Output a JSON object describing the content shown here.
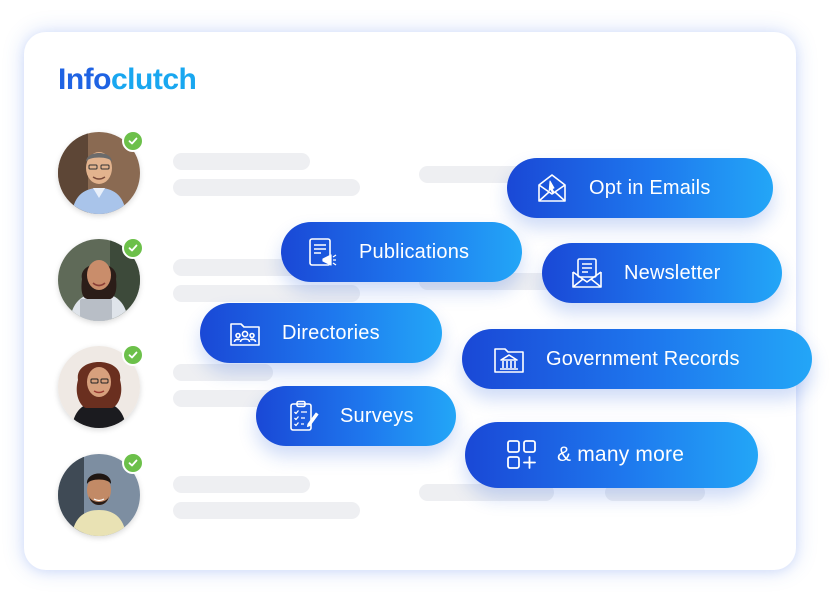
{
  "brand": {
    "logo_main": "Info",
    "logo_accent": "clutch"
  },
  "sources": [
    {
      "label": "Opt in Emails",
      "icon": "email-cursor-icon"
    },
    {
      "label": "Publications",
      "icon": "publication-icon"
    },
    {
      "label": "Newsletter",
      "icon": "newsletter-icon"
    },
    {
      "label": "Directories",
      "icon": "directory-folder-icon"
    },
    {
      "label": "Government Records",
      "icon": "government-building-icon"
    },
    {
      "label": "Surveys",
      "icon": "survey-clipboard-icon"
    },
    {
      "label": "& many more",
      "icon": "apps-grid-plus-icon"
    }
  ],
  "colors": {
    "brand_blue": "#1f63e3",
    "brand_light_blue": "#19a7f0",
    "pill_gradient_start": "#1a48d6",
    "pill_gradient_end": "#23a6f7",
    "verified_green": "#6cc04a",
    "placeholder_gray": "#eeeff2"
  }
}
